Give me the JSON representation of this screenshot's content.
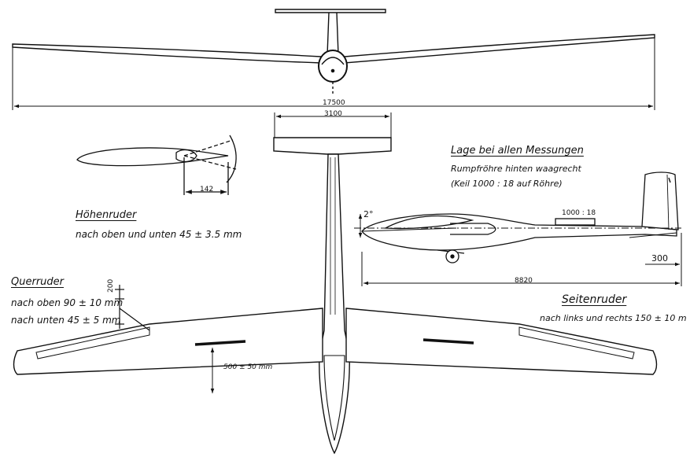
{
  "dimensions": {
    "span": "17500",
    "tailplane_span": "3100",
    "elevator_chord": "142",
    "length": "8820",
    "fin_offset": "300",
    "tail_mark": "1000 : 18",
    "aileron_chord": "200",
    "fuselage_offset": "500 ± 50 mm"
  },
  "hoehenruder": {
    "title": "Höhenruder",
    "line1": "nach oben und unten  45 ± 3.5 mm"
  },
  "querruder": {
    "title": "Querruder",
    "line1": "nach oben  90 ± 10 mm",
    "line2": "nach unten  45 ± 5 mm"
  },
  "lage": {
    "title": "Lage bei allen Messungen",
    "line1": "Rumpfröhre hinten waagrecht",
    "line2": "(Keil  1000 : 18  auf Röhre)",
    "angle": "2°"
  },
  "seitenruder": {
    "title": "Seitenruder",
    "line1": "nach links und rechts  150 ± 10 m"
  }
}
